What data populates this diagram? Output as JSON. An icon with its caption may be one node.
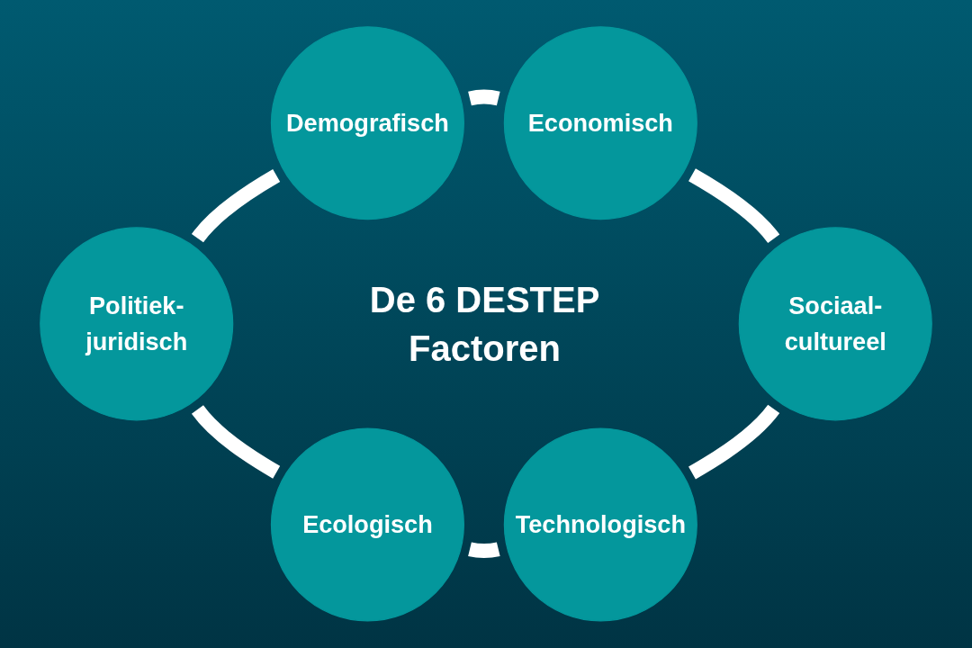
{
  "diagram": {
    "title": "De 6 DESTEP Factoren",
    "nodes": [
      {
        "text": [
          "Demografisch"
        ]
      },
      {
        "text": [
          "Economisch"
        ]
      },
      {
        "text": [
          "Politiek-juridisch"
        ]
      },
      {
        "text": [
          "Sociaal-cultureel"
        ]
      },
      {
        "text": [
          "Ecologisch"
        ]
      },
      {
        "text": [
          "Technologisch"
        ]
      }
    ],
    "edges": [
      {
        "from": 2,
        "to": 0,
        "arrow": "none"
      },
      {
        "from": 2,
        "to": 4,
        "arrow": "none"
      },
      {
        "from": 0,
        "to": 1,
        "arrow": "none"
      },
      {
        "from": 4,
        "to": 5,
        "arrow": "none"
      },
      {
        "from": 1,
        "to": 3,
        "arrow": "none"
      },
      {
        "from": 5,
        "to": 3,
        "arrow": "none"
      }
    ]
  }
}
